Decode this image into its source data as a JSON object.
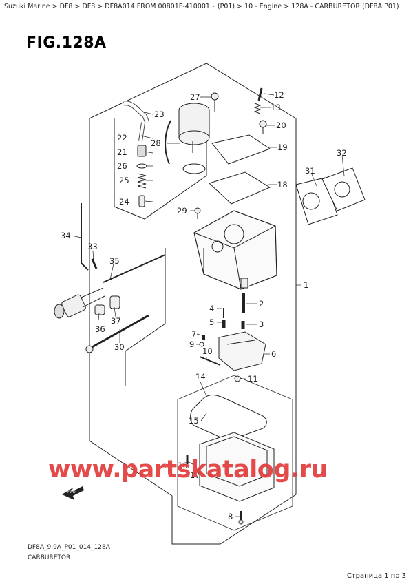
{
  "breadcrumb": "Suzuki Marine > DF8 > DF8 > DF8A014 FROM 00801F-410001~ (P01) > 10 - Engine > 128A - CARBURETOR (DF8A:P01)",
  "figure_title": "FIG.128A",
  "callouts": {
    "c1": "1",
    "c2": "2",
    "c3": "3",
    "c4": "4",
    "c5": "5",
    "c6": "6",
    "c7": "7",
    "c8": "8",
    "c9": "9",
    "c10": "10",
    "c11": "11",
    "c12": "12",
    "c13": "13",
    "c14": "14",
    "c15": "15",
    "c16": "16",
    "c17": "17",
    "c18": "18",
    "c19": "19",
    "c20": "20",
    "c21": "21",
    "c22": "22",
    "c23": "23",
    "c24": "24",
    "c25": "25",
    "c26": "26",
    "c27": "27",
    "c28": "28",
    "c29": "29",
    "c30": "30",
    "c31": "31",
    "c32": "32",
    "c33": "33",
    "c34": "34",
    "c35": "35",
    "c36": "36",
    "c37": "37"
  },
  "fwd_label": "FWD",
  "watermark": "www.partskatalog.ru",
  "footer_code": "DF8A_9.9A_P01_014_128A",
  "footer_name": "CARBURETOR",
  "pagination": "Страница 1 по 3"
}
